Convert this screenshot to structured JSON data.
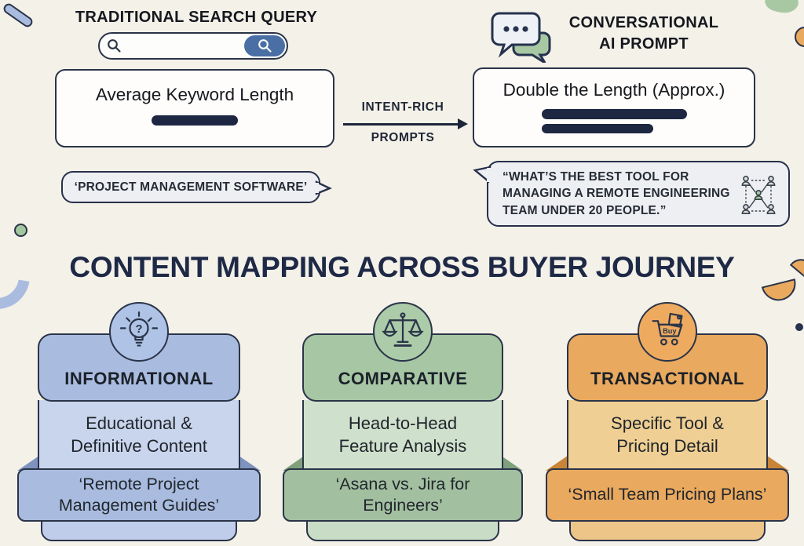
{
  "palette": {
    "background": "#f4f1e9",
    "ink": "#2a3448",
    "navy_bar": "#1d2742",
    "search_button_blue": "#4a6fa5",
    "bubble_bg": "#edeff3",
    "chat_green": "#a8c8a4"
  },
  "top_left": {
    "title": "TRADITIONAL SEARCH QUERY",
    "card_label": "Average Keyword Length",
    "example_bubble": "‘PROJECT MANAGEMENT SOFTWARE’"
  },
  "arrow": {
    "label_top": "INTENT-RICH",
    "label_bottom": "PROMPTS"
  },
  "top_right": {
    "title": "CONVERSATIONAL\nAI PROMPT",
    "card_label": "Double the Length (Approx.)",
    "example_bubble": "“WHAT’S THE BEST TOOL FOR\nMANAGING A REMOTE ENGINEERING\nTEAM UNDER 20 PEOPLE.”"
  },
  "section_title": "CONTENT MAPPING ACROSS BUYER JOURNEY",
  "columns": [
    {
      "icon": "lightbulb-question-icon",
      "title": "INFORMATIONAL",
      "description": "Educational &\nDefinitive Content",
      "example": "‘Remote Project\nManagement Guides’",
      "colors": {
        "header": "#a9bcdf",
        "body": "#c9d5ed",
        "banner": "#a9bcdf",
        "fold": "#7e93bd",
        "circle": "#aec3e6",
        "behind": "#bfcdea"
      }
    },
    {
      "icon": "balance-scales-icon",
      "title": "COMPARATIVE",
      "description": "Head-to-Head\nFeature Analysis",
      "example": "‘Asana vs. Jira for\nEngineers’",
      "colors": {
        "header": "#a6c6a4",
        "body": "#cfe0cc",
        "banner": "#a2bfa0",
        "fold": "#7fa07d",
        "circle": "#abcba9",
        "behind": "#c9dcc6"
      }
    },
    {
      "icon": "shopping-cart-buy-icon",
      "cart_label": "Buy",
      "title": "TRANSACTIONAL",
      "description": "Specific Tool &\nPricing Detail",
      "example": "‘Small Team Pricing Plans’",
      "colors": {
        "header": "#e9a95e",
        "body": "#efcf93",
        "banner": "#e9a95e",
        "fold": "#c98438",
        "circle": "#eeab60",
        "behind": "#edc588"
      }
    }
  ]
}
